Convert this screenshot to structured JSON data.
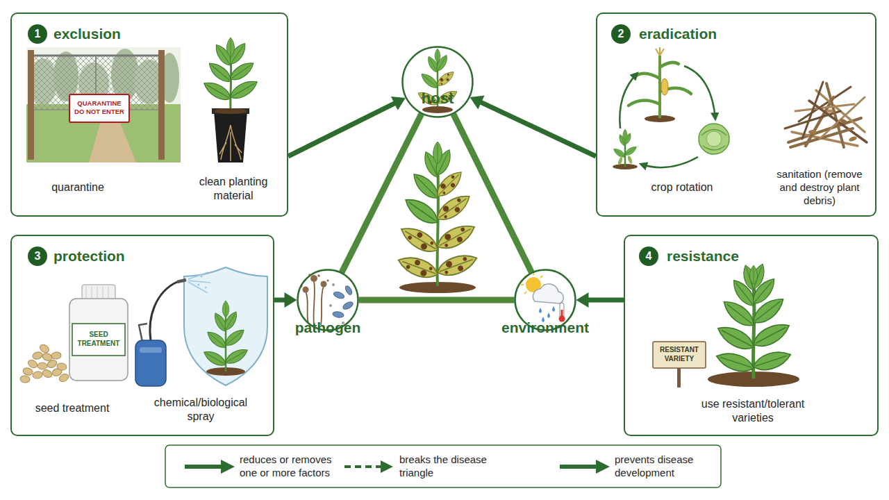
{
  "diagram": {
    "nodes": [
      {
        "text": [
          "exclusion",
          "quarantine",
          "clean planting material"
        ]
      },
      {
        "text": [
          "1"
        ],
        "in": 0
      },
      {
        "text": [
          "host"
        ]
      },
      {
        "text": [
          "eradication",
          "crop rotation",
          "sanitation (remove and destroy plant debris)"
        ]
      },
      {
        "text": [
          "2"
        ],
        "in": 3
      },
      {
        "text": [
          "protection",
          "seed treatment",
          "chemical/biological spray"
        ]
      },
      {
        "text": [
          "3"
        ],
        "in": 5
      },
      {
        "text": [
          "pathogen"
        ]
      },
      {
        "text": [
          "environment"
        ]
      },
      {
        "text": [
          "resistance",
          "use resistant/tolerant varieties"
        ]
      },
      {
        "text": [
          "4"
        ],
        "in": 9
      }
    ],
    "edges": [
      {
        "from": 0,
        "to": 2,
        "arrow": "to"
      },
      {
        "from": 3,
        "to": 2,
        "arrow": "to"
      },
      {
        "from": 5,
        "to": 7,
        "arrow": "to"
      },
      {
        "from": 9,
        "to": 8,
        "arrow": "to"
      },
      {
        "from": 2,
        "to": 7,
        "arrow": "none"
      },
      {
        "from": 2,
        "to": 8,
        "arrow": "none"
      },
      {
        "from": 7,
        "to": 8,
        "arrow": "none"
      }
    ],
    "labels": [
      "QUARANTINE DO NOT ENTER",
      "SEED TREATMENT",
      "RESISTANT VARIETY"
    ],
    "legend": [
      {
        "text": "reduces or removes one or more factors"
      },
      {
        "text": "breaks the disease triangle"
      },
      {
        "text": "prevents disease development"
      }
    ]
  }
}
